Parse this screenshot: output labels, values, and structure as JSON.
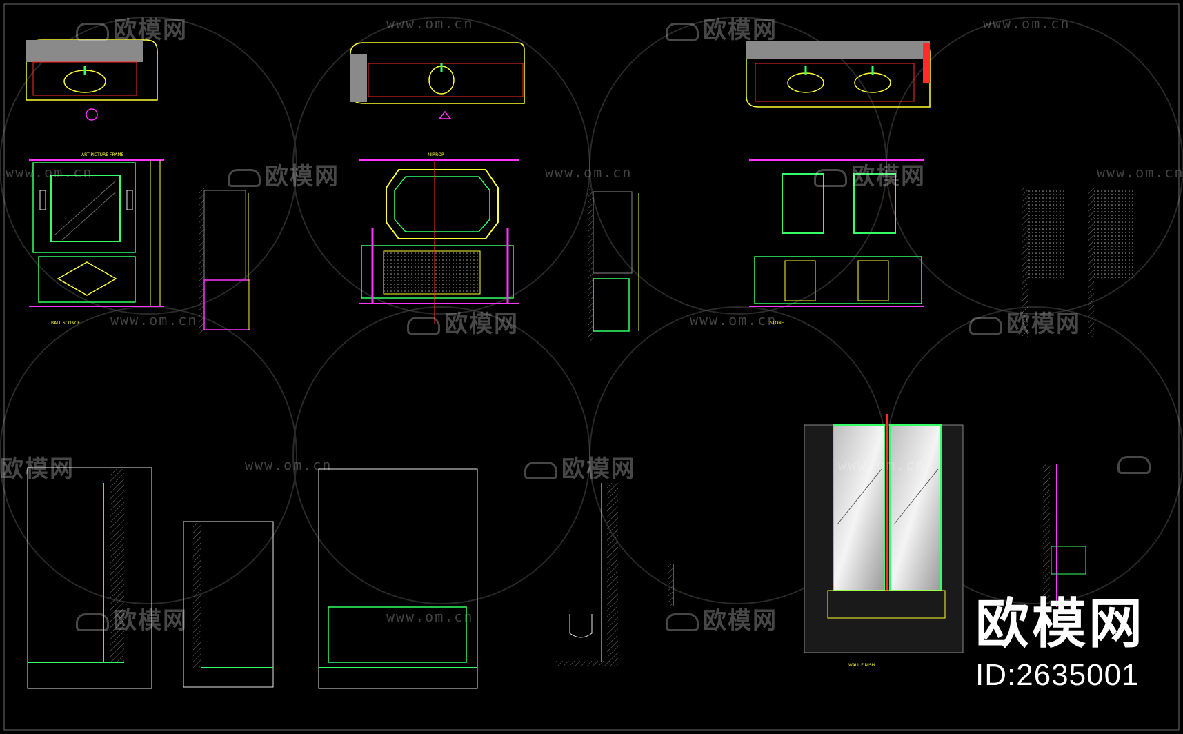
{
  "watermark": {
    "brand_text": "欧模网",
    "url_text": "www.om.cn"
  },
  "brand_badge": {
    "title": "欧模网",
    "id": "ID:2635001"
  },
  "colors": {
    "background": "#000000",
    "yellow": "#ffff33",
    "red": "#ff2a2a",
    "green": "#33ff66",
    "white": "#e8e8e8",
    "magenta": "#ff33ff",
    "cyan": "#33cccc",
    "grey": "#8a8a8a"
  },
  "drawing_labels": {
    "art_frame": "ART PICTURE FRAME",
    "mirror": "MIRROR",
    "ball_sconce": "BALL SCONCE",
    "stone": "STONE",
    "wall_finish": "WALL FINISH"
  }
}
